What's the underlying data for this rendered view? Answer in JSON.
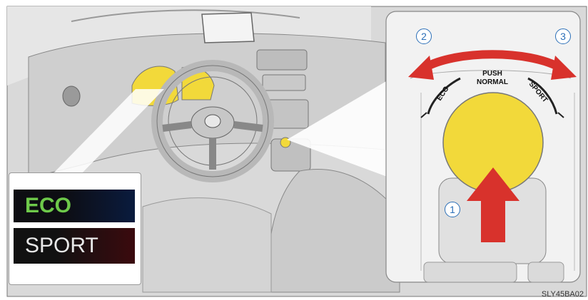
{
  "display": {
    "eco_label": "ECO",
    "sport_label": "SPORT"
  },
  "dial": {
    "push_label": "PUSH",
    "normal_label": "NORMAL",
    "eco_label": "ECO",
    "sport_label": "SPORT"
  },
  "callouts": {
    "one": "1",
    "two": "2",
    "three": "3"
  },
  "image_code": "SLY45BA02",
  "colors": {
    "highlight_yellow": "#f2d93a",
    "arrow_red": "#d8322c",
    "number_blue": "#2b6fb8",
    "eco_green": "#6ec94a"
  }
}
